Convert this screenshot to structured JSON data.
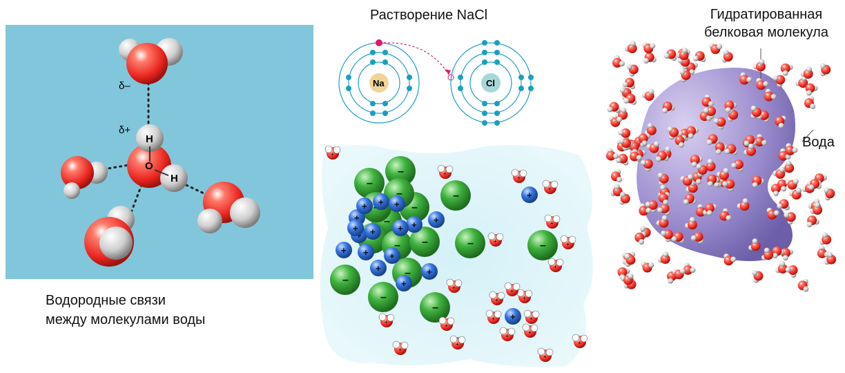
{
  "hbond_panel": {
    "caption_line1": "Водородные связи",
    "caption_line2": "между молекулами воды",
    "delta_minus": "δ–",
    "delta_plus": "δ+",
    "atom_h1": "H",
    "atom_o": "O",
    "atom_h2": "H",
    "background_color": "#82c6dc"
  },
  "nacl_panel": {
    "title": "Растворение NaCl",
    "na_label": "Na",
    "cl_label": "Cl",
    "ion_plus": "+",
    "ion_minus": "–"
  },
  "protein_panel": {
    "title_line1": "Гидратированная",
    "title_line2": "белковая молекула",
    "water_label": "Вода",
    "protein_color": "#9d8fcf"
  },
  "colors": {
    "oxygen": "#e8241e",
    "hydrogen": "#d9d9d9",
    "anion": "#3aa53a",
    "cation": "#2f6fd8",
    "electron": "#1a9fc0",
    "transferred_electron": "#e0156b"
  }
}
